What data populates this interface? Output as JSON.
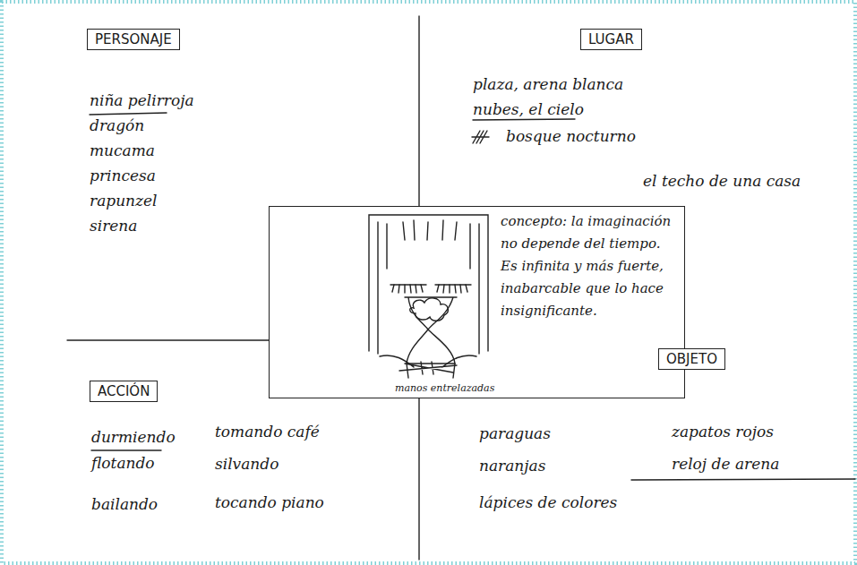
{
  "diagram": {
    "nodes": [
      {
        "text": [
          "PERSONAJE"
        ]
      },
      {
        "text": [
          "LUGAR"
        ]
      },
      {
        "text": [
          "concepto: la imaginación no depende del tiempo. Es infinita y más fuerte, inabarcable que lo hace insignificante.",
          "manos entrelazadas"
        ]
      },
      {
        "text": [
          "OBJETO"
        ]
      },
      {
        "text": [
          "ACCIÓN"
        ]
      }
    ],
    "labels": [
      "niña pelirroja",
      "dragón",
      "mucama",
      "princesa",
      "rapunzel",
      "sirena",
      "plaza, arena blanca",
      "nubes, el cielo",
      "bosque nocturno",
      "el techo de una casa",
      "durmiendo",
      "flotando",
      "bailando",
      "tomando café",
      "silvando",
      "tocando piano",
      "paraguas",
      "naranjas",
      "lápices de colores",
      "zapatos rojos",
      "reloj de arena"
    ]
  }
}
